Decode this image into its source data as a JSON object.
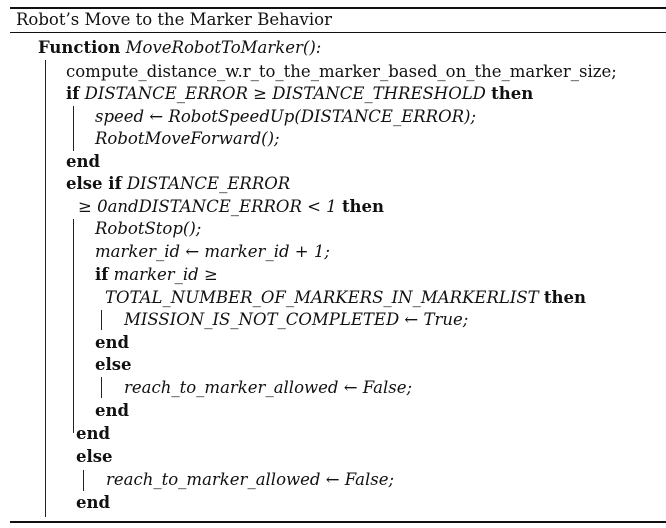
{
  "caption": "Robot’s Move to the Marker Behavior",
  "lines": {
    "func_kw": "Function",
    "func_name": "MoveRobotToMarker():",
    "compute": "compute_distance_w.r_to_the_marker_based_on_the_marker_size;",
    "if1_kw": "if",
    "if1_cond": "DISTANCE_ERROR ≥ DISTANCE_THRESHOLD",
    "then_kw": "then",
    "speed": "speed ← RobotSpeedUp(DISTANCE_ERROR);",
    "forward": "RobotMoveForward();",
    "end_kw": "end",
    "elseif_kw": "else if",
    "elseif_cond1": "DISTANCE_ERROR",
    "elseif_cond2": "≥ 0andDISTANCE_ERROR < 1",
    "stop": "RobotStop();",
    "marker_inc": "marker_id ← marker_id + 1;",
    "if2_cond1": "marker_id ≥",
    "if2_cond2": "TOTAL_NUMBER_OF_MARKERS_IN_MARKERLIST",
    "mission": "MISSION_IS_NOT_COMPLETED ← True;",
    "else_kw": "else",
    "reach_false": "reach_to_marker_allowed ← False;"
  }
}
